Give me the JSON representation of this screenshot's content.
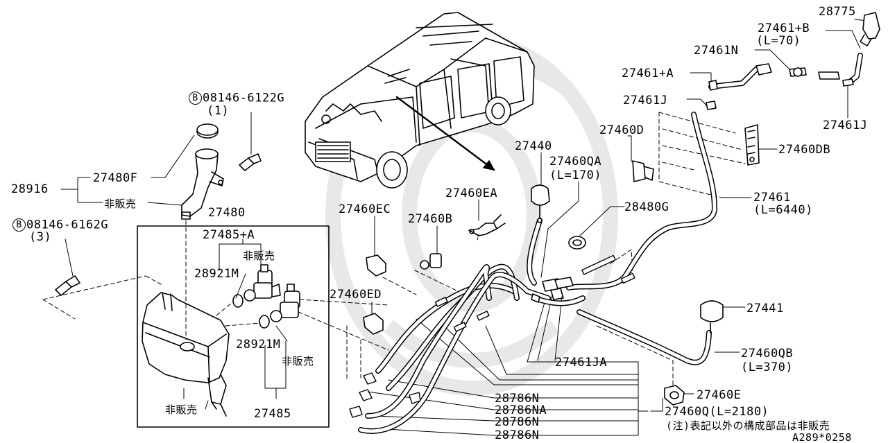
{
  "labels": {
    "p28775": "28775",
    "p27461B": "27461+B",
    "p27461B_len": "(L=70)",
    "p27461N": "27461N",
    "p27461A": "27461+A",
    "p27461J_top": "27461J",
    "p27461J_right": "27461J",
    "p27460D": "27460D",
    "p27460DB": "27460DB",
    "p27461": "27461",
    "p27461_len": "(L=6440)",
    "p28480G": "28480G",
    "p27440": "27440",
    "p27460QA": "27460QA",
    "p27460QA_len": "(L=170)",
    "p27460EA": "27460EA",
    "p27460EC": "27460EC",
    "p27460B": "27460B",
    "p27460ED": "27460ED",
    "p27441": "27441",
    "p27460QB": "27460QB",
    "p27460QB_len": "(L=370)",
    "p27461JA": "27461JA",
    "p27460E": "27460E",
    "p27460Q": "27460Q(L=2180)",
    "p28786N_1": "28786N",
    "p28786NA": "28786NA",
    "p28786N_2": "28786N",
    "p28786N_3": "28786N",
    "bolt1_letter": "B",
    "bolt1_part": "08146-6122G",
    "bolt1_qty": "(1)",
    "bolt2_letter": "B",
    "bolt2_part": "08146-6162G",
    "bolt2_qty": "(3)",
    "p28916": "28916",
    "p27480F": "27480F",
    "not_sold_1": "非販売",
    "p27480": "27480",
    "p27485A": "27485+A",
    "not_sold_2": "非販売",
    "p28921M_1": "28921M",
    "p28921M_2": "28921M",
    "not_sold_3": "非販売",
    "not_sold_4": "非販売",
    "p27485": "27485",
    "note": "(注)表記以外の構成部品は非販売",
    "figure_code": "A289*0258"
  },
  "colors": {
    "line": "#000000",
    "watermark": "#e8e8e8",
    "background": "#ffffff"
  }
}
